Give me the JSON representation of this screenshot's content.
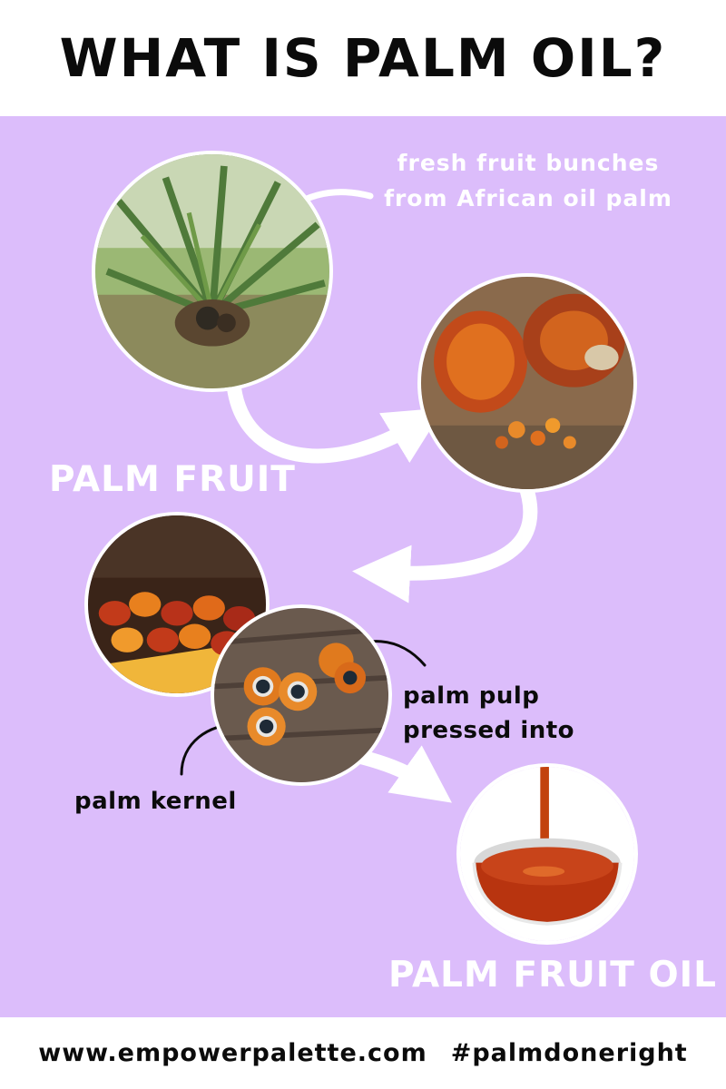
{
  "header": {
    "title": "WHAT IS PALM OIL?"
  },
  "labels": {
    "fresh_fruit": "fresh fruit bunches from African oil palm",
    "palm_fruit": "PALM FRUIT",
    "pulp_line1": "palm pulp",
    "pulp_line2": "pressed into",
    "kernel": "palm kernel",
    "oil": "PALM FRUIT OIL"
  },
  "footer": {
    "website": "www.empowerpalette.com",
    "hashtag": "#palmdoneright"
  },
  "colors": {
    "background_panel": "#dcbdfb",
    "header_bg": "#ffffff",
    "text_dark": "#0b0b0b",
    "text_light": "#ffffff",
    "oil": "#b8340f"
  },
  "images": [
    {
      "name": "oil-palm-tree-photo"
    },
    {
      "name": "fresh-fruit-bunches-photo"
    },
    {
      "name": "loose-palm-fruits-photo"
    },
    {
      "name": "cut-palm-fruit-kernels-photo"
    },
    {
      "name": "palm-oil-bowl-photo"
    }
  ]
}
